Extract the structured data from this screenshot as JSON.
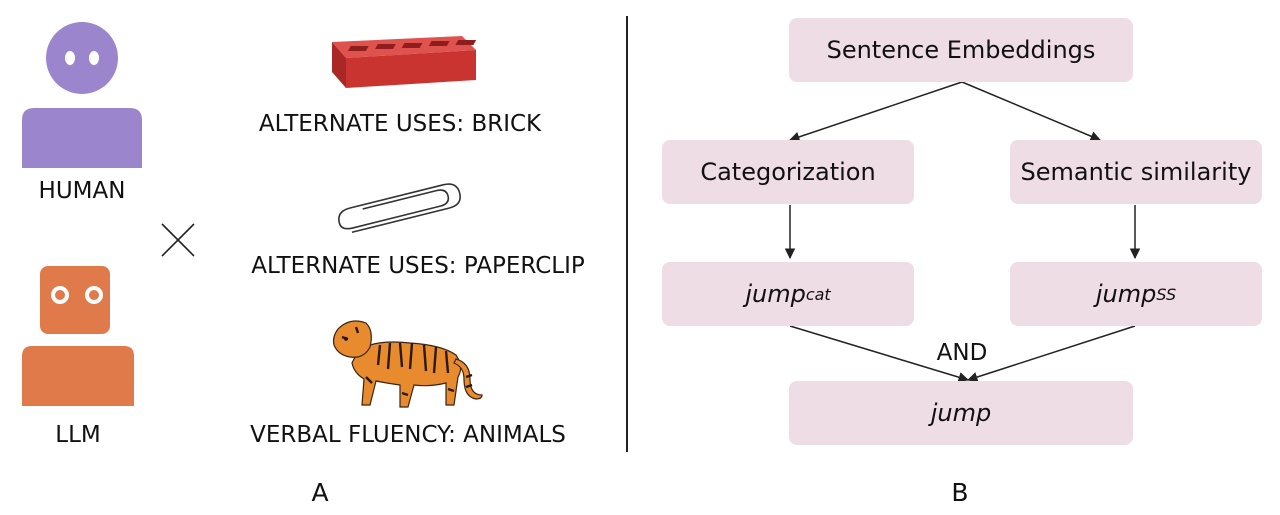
{
  "panel_a": {
    "human_label": "HUMAN",
    "llm_label": "LLM",
    "cross_symbol": "×",
    "tasks": [
      {
        "label": "ALTERNATE USES: BRICK",
        "icon": "brick-icon"
      },
      {
        "label": "ALTERNATE USES: PAPERCLIP",
        "icon": "paperclip-icon"
      },
      {
        "label": "VERBAL FLUENCY: ANIMALS",
        "icon": "tiger-icon"
      }
    ],
    "caption": "A"
  },
  "panel_b": {
    "top": "Sentence Embeddings",
    "left": "Categorization",
    "right": "Semantic similarity",
    "jump_base": "jump",
    "jump_cat_sub": "cat",
    "jump_ss_sub": "SS",
    "and_label": "AND",
    "final": "jump",
    "caption": "B"
  },
  "colors": {
    "human": "#9b85cc",
    "llm": "#e07a4a",
    "box_fill": "#efdde5",
    "brick": "#d43a37",
    "tiger": "#e88a2e"
  }
}
